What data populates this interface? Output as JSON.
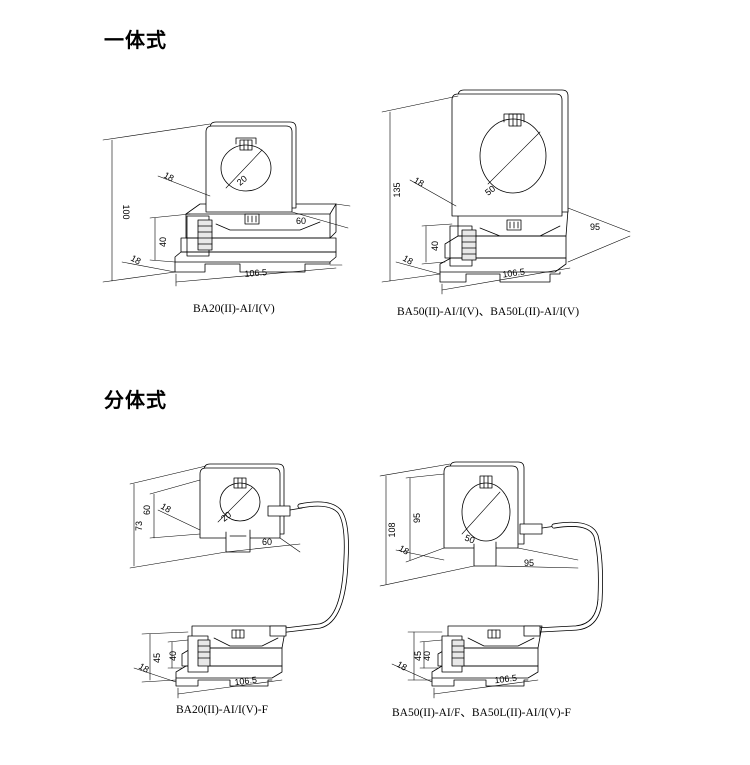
{
  "sections": [
    {
      "title": "一体式"
    },
    {
      "title": "分体式"
    }
  ],
  "figures": [
    {
      "caption": "BA20(II)-AI/I(V)",
      "dims": {
        "height": "100",
        "hole": "20",
        "depth_top": "18",
        "width": "60",
        "base_height": "40",
        "base_depth": "18",
        "length": "106.5"
      }
    },
    {
      "caption": "BA50(II)-AI/I(V)、BA50L(II)-AI/I(V)",
      "dims": {
        "height": "135",
        "hole": "50",
        "depth_top": "18",
        "width": "95",
        "base_height": "40",
        "base_depth": "18",
        "length": "106.5"
      }
    },
    {
      "caption": "BA20(II)-AI/I(V)-F",
      "dims": {
        "outer_height": "73",
        "inner_height": "60",
        "hole": "20",
        "depth_top": "18",
        "width": "60",
        "base_outer": "45",
        "base_inner": "40",
        "base_depth": "18",
        "length": "106.5"
      }
    },
    {
      "caption": "BA50(II)-AI/F、BA50L(II)-AI/I(V)-F",
      "dims": {
        "outer_height": "108",
        "inner_height": "95",
        "hole": "50",
        "depth_top": "18",
        "width": "95",
        "base_outer": "45",
        "base_inner": "40",
        "base_depth": "18",
        "length": "106.5"
      }
    }
  ]
}
